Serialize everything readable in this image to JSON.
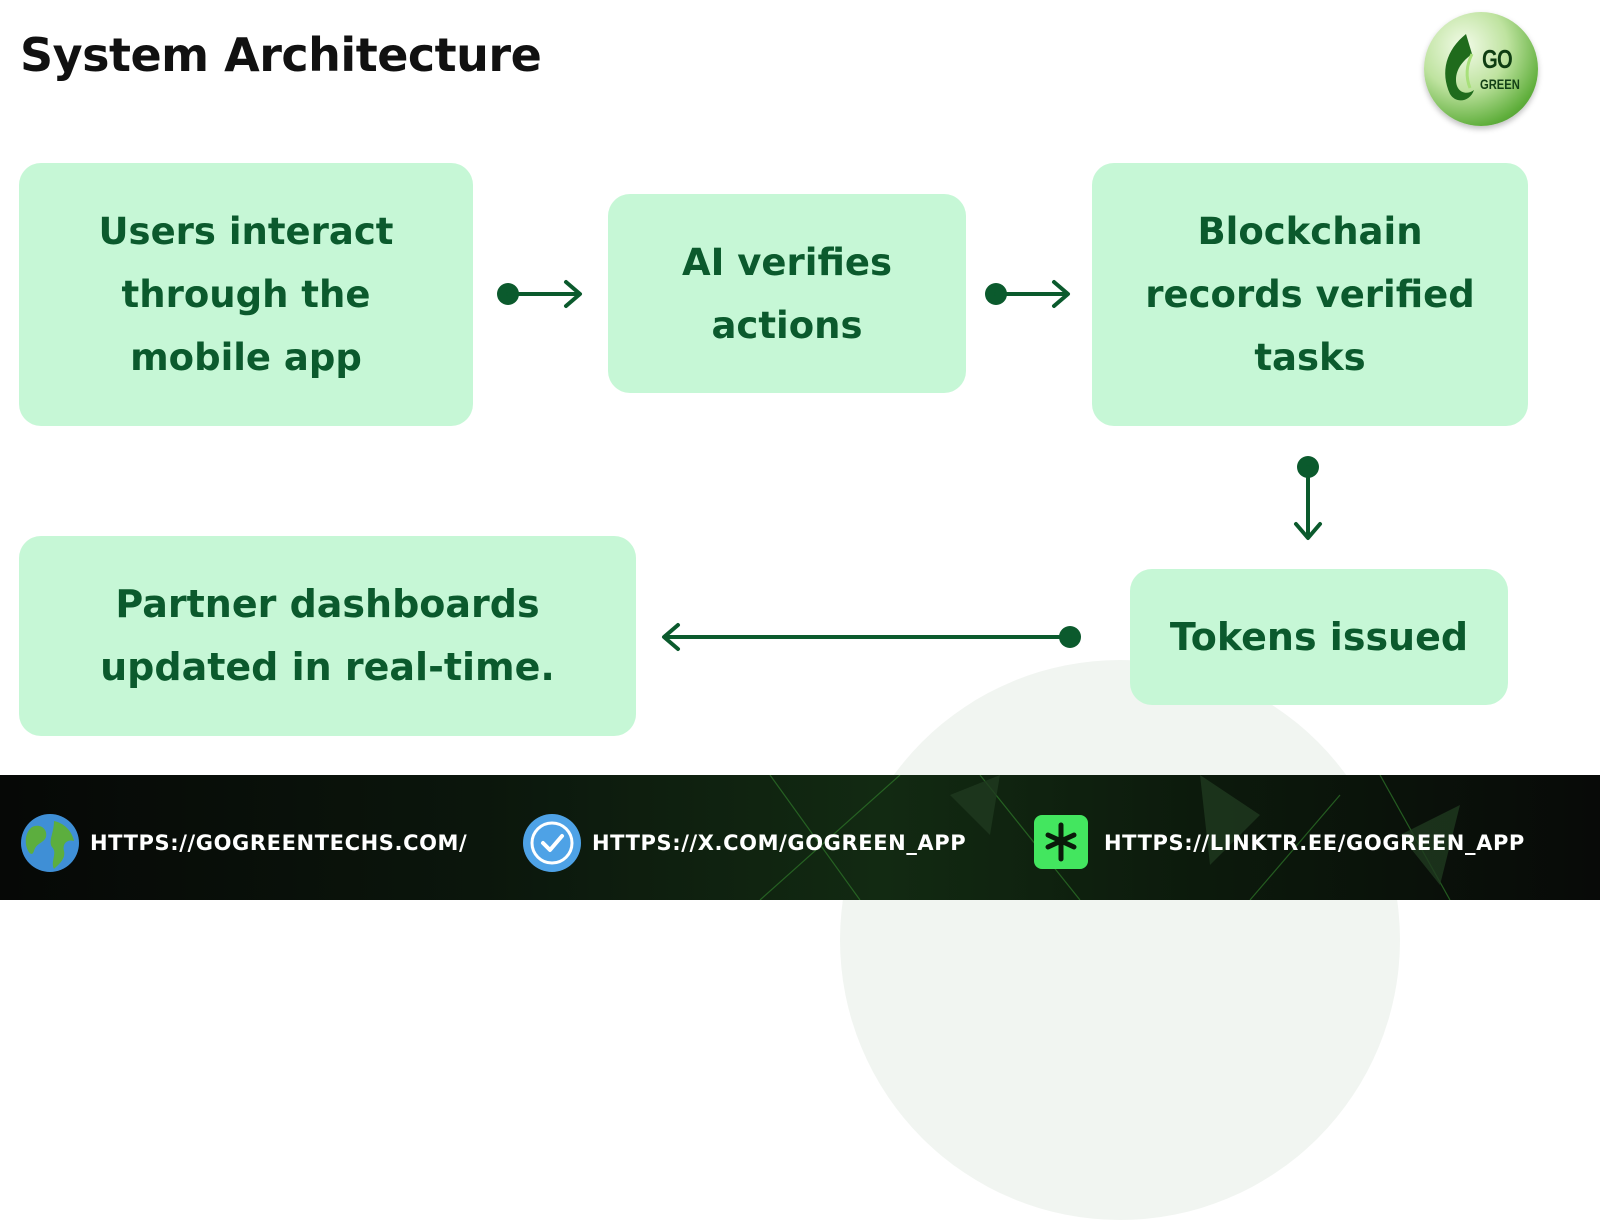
{
  "title": "System Architecture",
  "logo": {
    "word": "GO",
    "sub": "GREEN"
  },
  "nodes": [
    {
      "lines": [
        "Users interact",
        "through the",
        "mobile app"
      ]
    },
    {
      "lines": [
        "AI verifies",
        "actions"
      ]
    },
    {
      "lines": [
        "Blockchain",
        "records verified",
        "tasks"
      ]
    },
    {
      "lines": [
        "Tokens issued"
      ]
    },
    {
      "lines": [
        "Partner dashboards",
        "updated in real-time."
      ]
    }
  ],
  "footer": {
    "links": [
      {
        "icon": "globe-icon",
        "text": "HTTPS://GOGREENTECHS.COM/"
      },
      {
        "icon": "verified-badge-icon",
        "text": "HTTPS://X.COM/GOGREEN_APP"
      },
      {
        "icon": "linktree-icon",
        "text": "HTTPS://LINKTR.EE/GOGREEN_APP"
      }
    ]
  },
  "colors": {
    "node_fill": "#c6f7d6",
    "node_text": "#0b5a2d",
    "arrow": "#0b5a2d",
    "footer_bg": "#0b160c"
  }
}
